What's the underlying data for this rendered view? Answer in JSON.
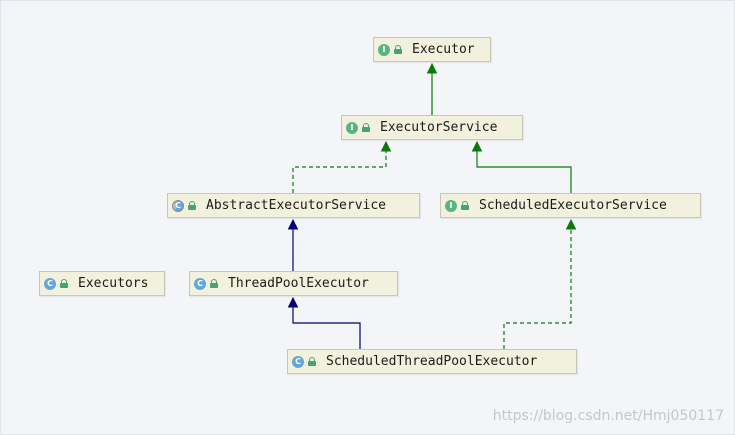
{
  "colors": {
    "implements_edge": "#0b7a0b",
    "extends_edge": "#00007a",
    "node_fill": "#f2f1de",
    "node_border": "#c9c8b4",
    "interface_badge": "#5bb583",
    "class_badge": "#62a7dc"
  },
  "diagram": {
    "nodes": [
      {
        "id": "executor",
        "name": "Executor",
        "kind": "interface",
        "badge": "I",
        "icon": "interface-icon"
      },
      {
        "id": "executor-service",
        "name": "ExecutorService",
        "kind": "interface",
        "badge": "I",
        "icon": "interface-icon"
      },
      {
        "id": "abstract-executor-service",
        "name": "AbstractExecutorService",
        "kind": "abstract-class",
        "badge": "C",
        "icon": "abstract-class-icon"
      },
      {
        "id": "scheduled-executor-service",
        "name": "ScheduledExecutorService",
        "kind": "interface",
        "badge": "I",
        "icon": "interface-icon"
      },
      {
        "id": "executors",
        "name": "Executors",
        "kind": "class",
        "badge": "C",
        "icon": "class-icon"
      },
      {
        "id": "thread-pool-executor",
        "name": "ThreadPoolExecutor",
        "kind": "class",
        "badge": "C",
        "icon": "class-icon"
      },
      {
        "id": "scheduled-thread-pool-executor",
        "name": "ScheduledThreadPoolExecutor",
        "kind": "class",
        "badge": "C",
        "icon": "class-icon"
      }
    ],
    "edges": [
      {
        "from": "executor-service",
        "to": "executor",
        "relation": "extends-interface",
        "style": "solid",
        "color": "#0b7a0b"
      },
      {
        "from": "abstract-executor-service",
        "to": "executor-service",
        "relation": "implements",
        "style": "dashed",
        "color": "#0b7a0b"
      },
      {
        "from": "scheduled-executor-service",
        "to": "executor-service",
        "relation": "extends-interface",
        "style": "solid",
        "color": "#0b7a0b"
      },
      {
        "from": "thread-pool-executor",
        "to": "abstract-executor-service",
        "relation": "extends",
        "style": "solid",
        "color": "#00007a"
      },
      {
        "from": "scheduled-thread-pool-executor",
        "to": "thread-pool-executor",
        "relation": "extends",
        "style": "solid",
        "color": "#00007a"
      },
      {
        "from": "scheduled-thread-pool-executor",
        "to": "scheduled-executor-service",
        "relation": "implements",
        "style": "dashed",
        "color": "#0b7a0b"
      }
    ]
  },
  "watermark": "https://blog.csdn.net/Hmj050117"
}
